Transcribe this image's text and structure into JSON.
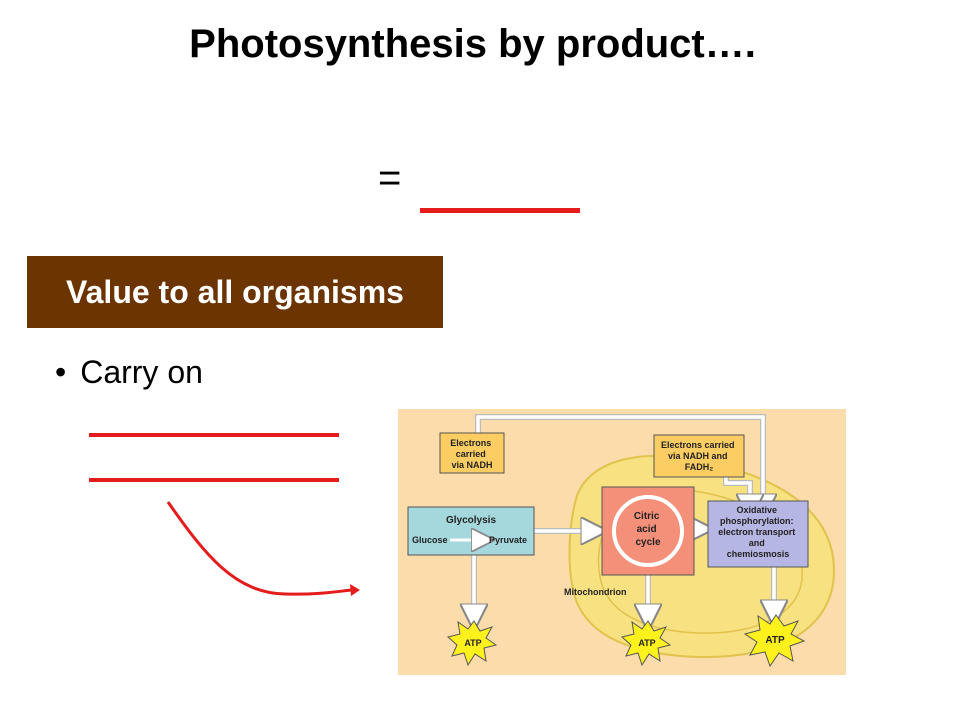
{
  "slide": {
    "title": "Photosynthesis by product….",
    "equation_symbol": "=",
    "banner": "Value to all organisms",
    "bullet_symbol": "•",
    "bullet_text": "Carry on"
  },
  "diagram": {
    "nadh_box": [
      "Electrons",
      "carried",
      "via NADH"
    ],
    "nadh_fadh_box": [
      "Electrons carried",
      "via NADH and",
      "FADH₂"
    ],
    "glycolysis_title": "Glycolysis",
    "glucose": "Glucose",
    "pyruvate": "Pyruvate",
    "citric_cycle": [
      "Citric",
      "acid",
      "cycle"
    ],
    "oxphos": [
      "Oxidative",
      "phosphorylation:",
      "electron transport",
      "and",
      "chemiosmosis"
    ],
    "mitochondrion": "Mitochondrion",
    "atp_1": "ATP",
    "atp_2": "ATP",
    "atp_3": "ATP"
  },
  "colors": {
    "banner_bg": "#6b3400",
    "blank_red": "#e51c1c",
    "diagram_bg": "#fbdcaa",
    "mitochondrion_fill": "#f7e180",
    "glycolysis_fill": "#a5d8dc",
    "citric_fill": "#f48f79",
    "oxphos_fill": "#b6b6e4",
    "electron_box_fill": "#fbcd62",
    "atp_fill": "#fff21c"
  }
}
